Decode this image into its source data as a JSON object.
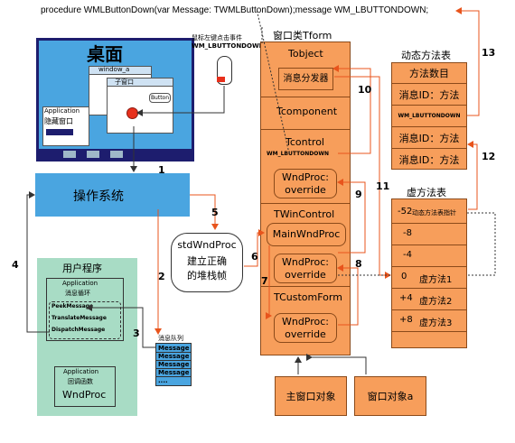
{
  "header": {
    "procedure": "procedure WMLButtonDown(var Message: TWMLButtonDown);message WM_LBUTTONDOWN;"
  },
  "desktop": {
    "title": "桌面",
    "window_a": "window_a",
    "child_window": "子窗口",
    "button": "Button",
    "app_hidden_line1": "Application",
    "app_hidden_line2": "隐藏窗口"
  },
  "mouse": {
    "caption_line1": "鼠标左键点击事件",
    "caption_line2": "WM_LBUTTONDOWN"
  },
  "os": {
    "label": "操作系统"
  },
  "user_program": {
    "title": "用户程序",
    "app_line1": "Application",
    "app_line2": "消息循环",
    "methods": [
      "PeekMessage",
      "TranslateMessage",
      "DispatchMessage"
    ],
    "callback_line1": "Application",
    "callback_line2": "回调函数",
    "callback_line3": "WndProc"
  },
  "queue": {
    "title": "消息队列",
    "items": [
      "Message",
      "Message",
      "Message",
      "Message",
      "...."
    ]
  },
  "stdwndproc": {
    "line1": "stdWndProc",
    "line2": "建立正确",
    "line3": "的堆栈帧"
  },
  "tform": {
    "title": "窗口类Tform",
    "tobject": "Tobject",
    "dispatcher": "消息分发器",
    "tcomponent": "Tcomponent",
    "tcontrol": "Tcontrol",
    "tcontrol_msg": "WM_LBUTTONDOWN",
    "tcontrol_wndproc_line1": "WndProc:",
    "tcontrol_wndproc_line2": "override",
    "twincontrol": "TWinControl",
    "mainwndproc": "MainWndProc",
    "twin_wndproc_line1": "WndProc:",
    "twin_wndproc_line2": "override",
    "tcustomform": "TCustomForm",
    "tcf_wndproc_line1": "WndProc:",
    "tcf_wndproc_line2": "override"
  },
  "dynamic_table": {
    "title": "动态方法表",
    "rows": [
      "方法数目",
      "消息ID：方法",
      "WM_LBUTTONDOWN",
      "消息ID：方法",
      "消息ID：方法"
    ]
  },
  "virtual_table": {
    "title": "虚方法表",
    "rows": [
      {
        "idx": "-52",
        "text": "动态方法表指针"
      },
      {
        "idx": "-8",
        "text": ""
      },
      {
        "idx": "-4",
        "text": ""
      },
      {
        "idx": "0",
        "text": "虚方法1"
      },
      {
        "idx": "+4",
        "text": "虚方法2"
      },
      {
        "idx": "+8",
        "text": "虚方法3"
      }
    ]
  },
  "objects": {
    "main": "主窗口对象",
    "window_a": "窗口对象a"
  },
  "step_numbers": [
    "1",
    "2",
    "3",
    "4",
    "5",
    "6",
    "7",
    "8",
    "9",
    "10",
    "11",
    "12",
    "13"
  ],
  "colors": {
    "orange": "#f79e5b",
    "blue": "#4aa5e0",
    "green": "#a8dcc5",
    "navy": "#1d1d6e",
    "arrow_orange": "#e8541c",
    "arrow_gray": "#555555"
  }
}
